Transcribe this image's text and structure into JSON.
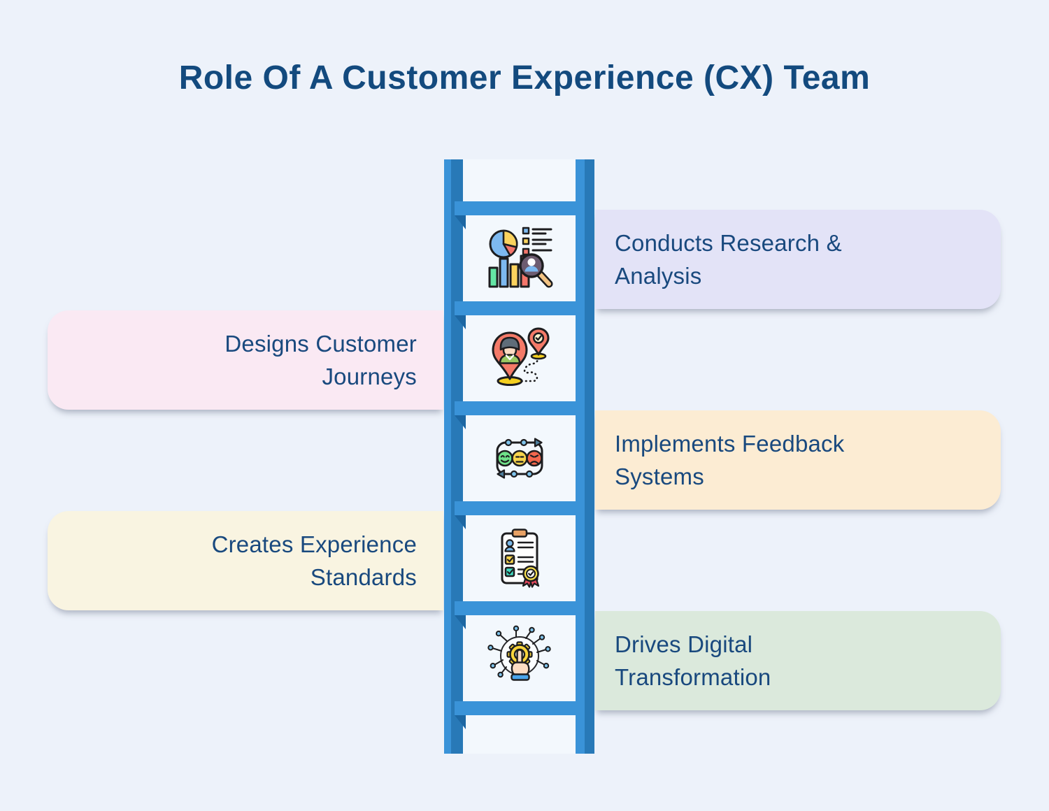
{
  "page": {
    "title": "Role Of A Customer Experience (CX) Team"
  },
  "colors": {
    "background": "#edf2fa",
    "title_text": "#134a7e",
    "card_text": "#19497e",
    "ladder_light": "#3a93d8",
    "ladder_dark": "#2879b7",
    "ladder_shadow": "#1c67a3",
    "panel_bg": "#f3f8fd"
  },
  "items": [
    {
      "side": "right",
      "card_bg": "#e3e3f7",
      "icon": "research-analysis-icon",
      "lines": [
        "Conducts Research &",
        "Analysis"
      ]
    },
    {
      "side": "left",
      "card_bg": "#fae9f3",
      "icon": "customer-journey-icon",
      "lines": [
        "Designs Customer",
        "Journeys"
      ]
    },
    {
      "side": "right",
      "card_bg": "#fcecd3",
      "icon": "feedback-systems-icon",
      "lines": [
        "Implements Feedback",
        "Systems"
      ]
    },
    {
      "side": "left",
      "card_bg": "#f9f4e1",
      "icon": "experience-standards-icon",
      "lines": [
        "Creates Experience",
        "Standards"
      ]
    },
    {
      "side": "right",
      "card_bg": "#dbe9dc",
      "icon": "digital-transformation-icon",
      "lines": [
        "Drives Digital",
        "Transformation"
      ]
    }
  ]
}
